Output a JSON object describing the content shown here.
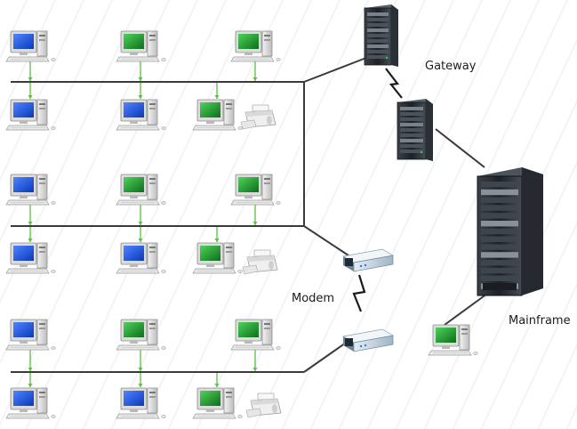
{
  "labels": {
    "gateway": "Gateway",
    "modem": "Modem",
    "mainframe": "Mainframe"
  },
  "colors": {
    "screen_blue": "#1d55e0",
    "screen_green": "#1f9a2e",
    "bus_line": "#3a3a3a",
    "drop_green": "#58c23c",
    "server_dark": "#2a2e34"
  },
  "icons": [
    "computer-icon",
    "printer-icon",
    "server-icon",
    "modem-icon",
    "mainframe-icon",
    "lightning-link-icon"
  ]
}
